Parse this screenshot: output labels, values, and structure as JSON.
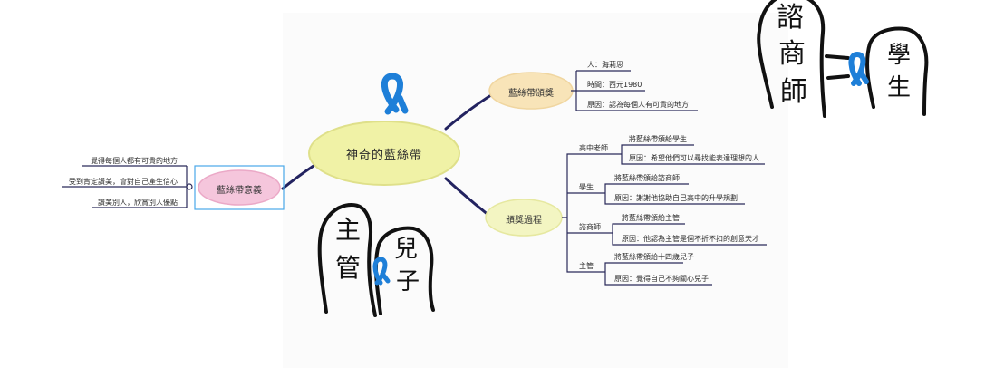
{
  "center": {
    "label": "神奇的藍絲帶"
  },
  "branches": {
    "award": {
      "label": "藍絲帶頒獎",
      "items": [
        "人：海莉思",
        "時間：西元1980",
        "原因：認為每個人有可貴的地方"
      ]
    },
    "meaning": {
      "label": "藍絲帶意義",
      "items": [
        "覺得每個人都有可貴的地方",
        "受到肯定讚美，會對自己產生信心",
        "讚美別人，欣賞別人優點"
      ]
    },
    "process": {
      "label": "頒獎過程",
      "groups": [
        {
          "name": "高中老師",
          "lines": [
            "將藍絲帶頒給學生",
            "原因：希望他們可以尋找能表達理想的人"
          ]
        },
        {
          "name": "學生",
          "lines": [
            "將藍絲帶頒給諮商師",
            "原因：謝謝他協助自己高中的升學規劃"
          ]
        },
        {
          "name": "諮商師",
          "lines": [
            "將藍絲帶頒給主管",
            "原因：他認為主管是個不折不扣的創意天才"
          ]
        },
        {
          "name": "主管",
          "lines": [
            "將藍絲帶頒給十四歲兒子",
            "原因：覺得自己不夠關心兒子"
          ]
        }
      ]
    }
  },
  "doodles": {
    "top_right": {
      "left_figure": [
        "諮",
        "商",
        "師"
      ],
      "right_figure": [
        "學",
        "生"
      ]
    },
    "bottom": {
      "left_figure": [
        "主",
        "管"
      ],
      "right_figure": [
        "兒",
        "子"
      ]
    }
  },
  "colors": {
    "ribbon": "#1e7fd8",
    "center_fill": "#f0f2a6",
    "award_fill": "#f8e4b8",
    "meaning_fill": "#f5c6dc",
    "process_fill": "#f3f5c2",
    "connector": "#232360",
    "leaf_line": "#2a2a5a"
  }
}
